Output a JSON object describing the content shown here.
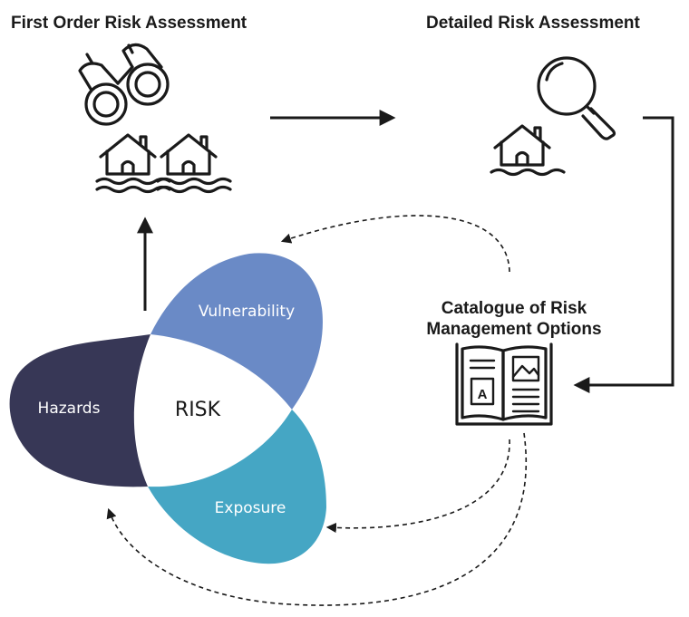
{
  "titles": {
    "first_order": "First Order Risk Assessment",
    "detailed": "Detailed Risk Assessment",
    "catalogue_line1": "Catalogue of Risk",
    "catalogue_line2": "Management Options"
  },
  "risk_diagram": {
    "center": "RISK",
    "hazards": "Hazards",
    "vulnerability": "Vulnerability",
    "exposure": "Exposure"
  },
  "icons": {
    "binoculars": "binoculars-icon",
    "house": "flooded-house-icon",
    "magnifier": "magnifying-glass-icon",
    "book": "open-book-icon",
    "book_letter": "A"
  },
  "colors": {
    "hazards": "#373756",
    "vulnerability": "#6a8ac6",
    "exposure": "#45a6c4",
    "ink": "#1a1a1a"
  }
}
